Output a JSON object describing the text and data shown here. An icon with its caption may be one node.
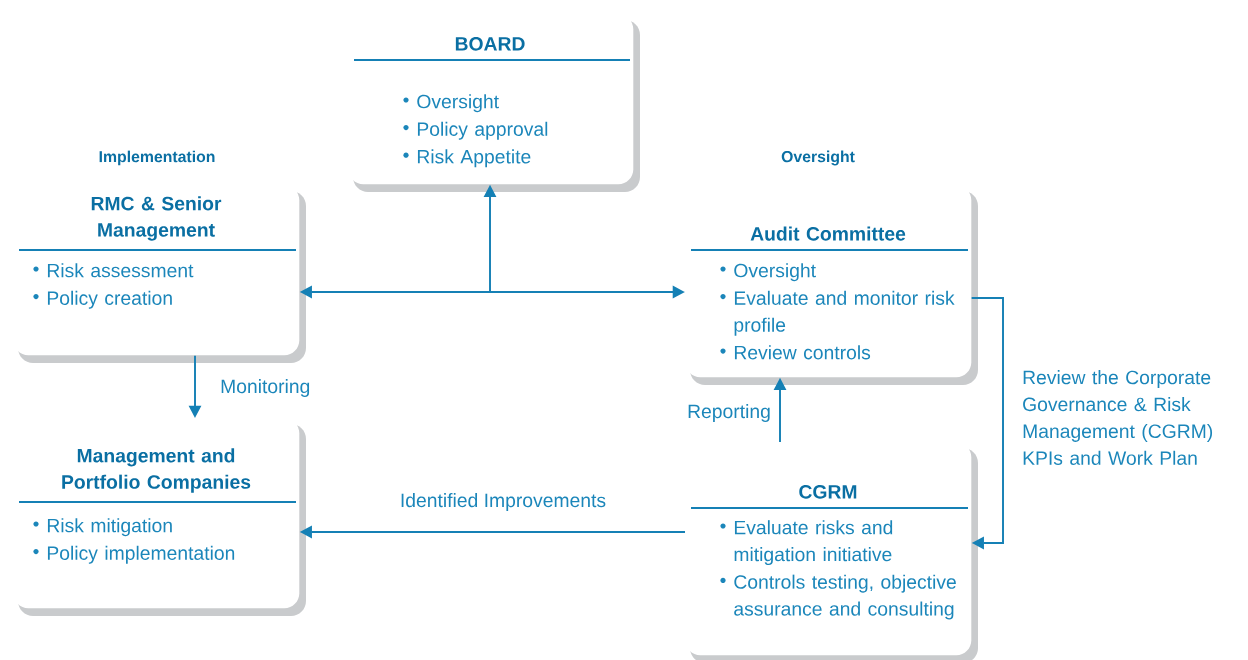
{
  "diagram": {
    "nodes": [
      {
        "text": [
          "BOARD",
          "Oversight",
          "Policy approval",
          "Risk Appetite"
        ]
      },
      {
        "text": [
          "RMC & Senior Management",
          "Risk assessment",
          "Policy creation"
        ],
        "beside": [
          "Implementation"
        ]
      },
      {
        "text": [
          "Audit Committee",
          "Oversight",
          "Evaluate and monitor risk profile",
          "Review controls"
        ],
        "beside": [
          "Oversight"
        ]
      },
      {
        "text": [
          "Management and Portfolio Companies",
          "Risk mitigation",
          "Policy implementation"
        ]
      },
      {
        "text": [
          "CGRM",
          "Evaluate risks and mitigation initiative",
          "Controls testing, objective assurance and consulting"
        ]
      }
    ],
    "edges": [
      {
        "from": null,
        "to": 0,
        "arrow": "to"
      },
      {
        "from": null,
        "to": 1,
        "arrow": "to"
      },
      {
        "from": null,
        "to": 2,
        "arrow": "to"
      },
      {
        "from": 1,
        "to": 3,
        "arrow": "to",
        "label": "Monitoring"
      },
      {
        "from": 4,
        "to": 2,
        "arrow": "to",
        "label": "Reporting"
      },
      {
        "from": 4,
        "to": 3,
        "arrow": "to",
        "label": "Identified Improvements"
      },
      {
        "from": 2,
        "to": 4,
        "arrow": "to",
        "label": "Review the Corporate Governance & Risk Management (CGRM) KPIs and Work Plan"
      }
    ]
  }
}
